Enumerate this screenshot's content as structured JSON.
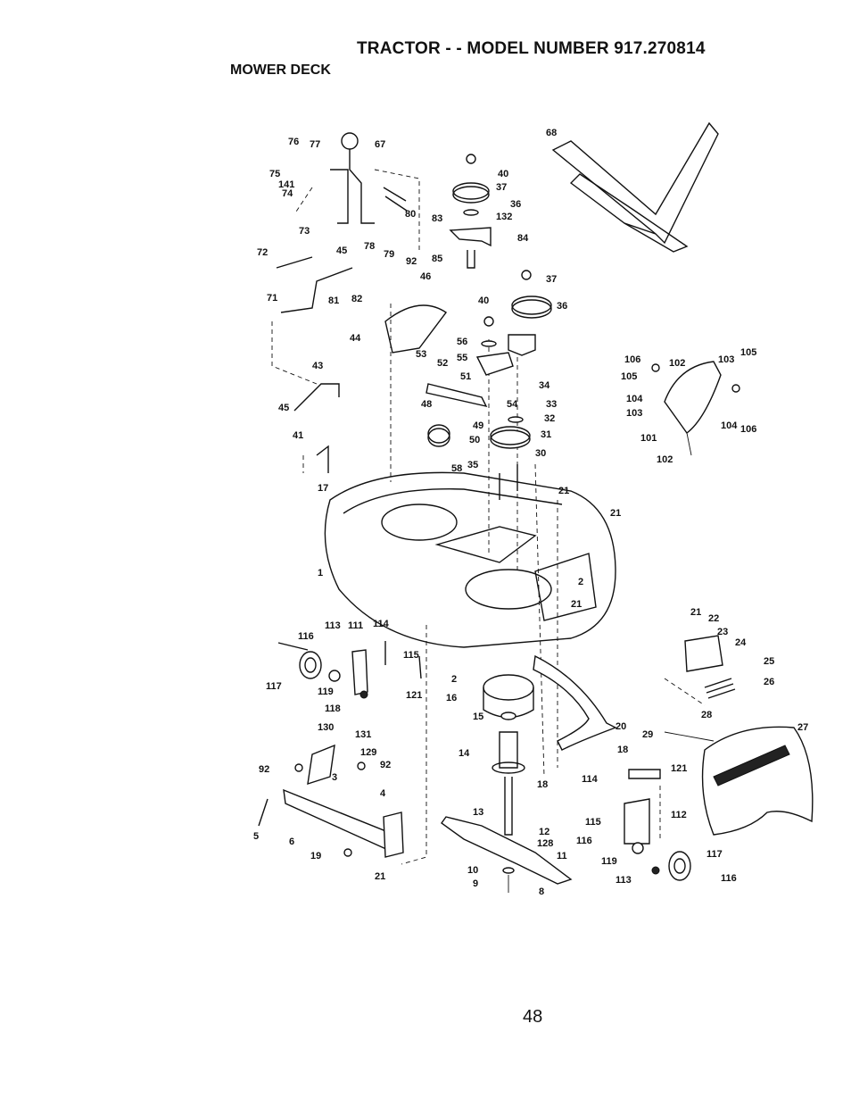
{
  "header": {
    "title": "TRACTOR - - MODEL NUMBER 917.270814",
    "subtitle": "MOWER DECK"
  },
  "page_number": "48",
  "callouts": [
    "76",
    "77",
    "67",
    "75",
    "141",
    "74",
    "73",
    "80",
    "78",
    "79",
    "92",
    "72",
    "45",
    "81",
    "82",
    "46",
    "71",
    "44",
    "43",
    "45",
    "41",
    "17",
    "1",
    "116",
    "113",
    "111",
    "114",
    "115",
    "117",
    "119",
    "118",
    "121",
    "2",
    "16",
    "15",
    "14",
    "130",
    "131",
    "129",
    "92",
    "92",
    "3",
    "5",
    "6",
    "4",
    "19",
    "21",
    "40",
    "37",
    "36",
    "83",
    "132",
    "84",
    "85",
    "37",
    "40",
    "36",
    "56",
    "55",
    "52",
    "53",
    "51",
    "54",
    "34",
    "33",
    "48",
    "49",
    "32",
    "50",
    "31",
    "58",
    "35",
    "30",
    "21",
    "21",
    "2",
    "21",
    "13",
    "12",
    "128",
    "11",
    "10",
    "9",
    "8",
    "20",
    "18",
    "18",
    "114",
    "121",
    "115",
    "112",
    "116",
    "119",
    "113",
    "117",
    "116",
    "68",
    "106",
    "102",
    "103",
    "105",
    "105",
    "104",
    "103",
    "104",
    "106",
    "101",
    "102",
    "21",
    "22",
    "23",
    "24",
    "25",
    "26",
    "28",
    "27",
    "29"
  ]
}
